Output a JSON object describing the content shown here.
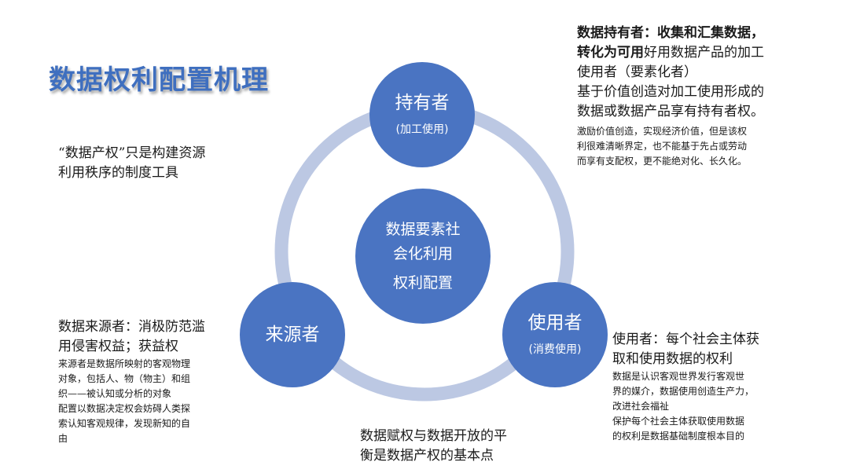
{
  "title": "数据权利配置机理",
  "left_note": [
    "“数据产权”只是构建资源",
    "利用秩序的制度工具"
  ],
  "center": {
    "lines": [
      "数据要素社",
      "会化利用",
      "权利配置"
    ]
  },
  "nodes": {
    "holder": {
      "label": "持有者",
      "sub": "(加工使用)"
    },
    "source": {
      "label": "来源者"
    },
    "user": {
      "label": "使用者",
      "sub": "(消费使用)"
    }
  },
  "holder_note": {
    "bold": [
      "数据持有者：收集和汇集数据，",
      "转化为可用"
    ],
    "rest": [
      "好用数据产品的加工",
      "使用者（要素化者）",
      "基于价值创造对加工使用形成的",
      "数据或数据产品享有持有者权。"
    ],
    "small": [
      "激励价值创造，实现经济价值，但是该权",
      "利很难清晰界定，也不能基于先占或劳动",
      "而享有支配权，更不能绝对化、长久化。"
    ]
  },
  "source_note": {
    "big": [
      "数据来源者：消极防范滥",
      "用侵害权益；获益权"
    ],
    "small": [
      "来源者是数据所映射的客观物理",
      "对象，包括人、物（物主）和组",
      "织——被认知或分析的对象",
      "配置以数据决定权会妨碍人类探",
      "索认知客观规律，发现新知的自",
      "由"
    ]
  },
  "user_note": {
    "big": [
      "使用者：每个社会主体获",
      "取和使用数据的权利"
    ],
    "small": [
      "数据是认识客观世界发行客观世",
      "界的媒介，数据使用创造生产力，",
      "改进社会福祉",
      "保护每个社会主体获取使用数据",
      "的权利是数据基础制度根本目的"
    ]
  },
  "bottom_note": [
    "数据赋权与数据开放的平",
    "衡是数据产权的基本点"
  ],
  "colors": {
    "node": "#4a74c2",
    "ring": "#bcc8e3",
    "title": "#3f6fbf"
  }
}
